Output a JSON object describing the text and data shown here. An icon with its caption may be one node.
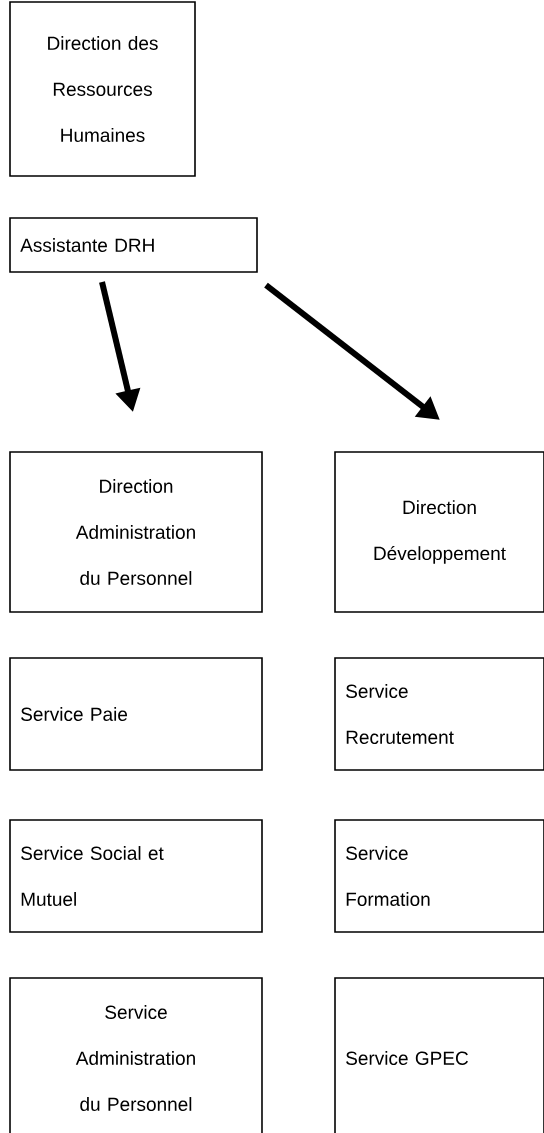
{
  "diagram": {
    "nodes": [
      {
        "text": [
          "Direction des Ressources Humaines"
        ]
      },
      {
        "text": [
          "Assistante DRH"
        ]
      },
      {
        "text": [
          "Direction Administration du Personnel"
        ]
      },
      {
        "text": [
          "Direction Développement"
        ]
      },
      {
        "text": [
          "Service Paie"
        ]
      },
      {
        "text": [
          "Service Recrutement"
        ]
      },
      {
        "text": [
          "Service Social et Mutuel"
        ]
      },
      {
        "text": [
          "Service Formation"
        ]
      },
      {
        "text": [
          "Service Administration du Personnel"
        ]
      },
      {
        "text": [
          "Service GPEC"
        ]
      }
    ],
    "edges": [
      {
        "from": 1,
        "to": 2,
        "arrow": "to"
      },
      {
        "from": 1,
        "to": 3,
        "arrow": "to"
      }
    ]
  }
}
